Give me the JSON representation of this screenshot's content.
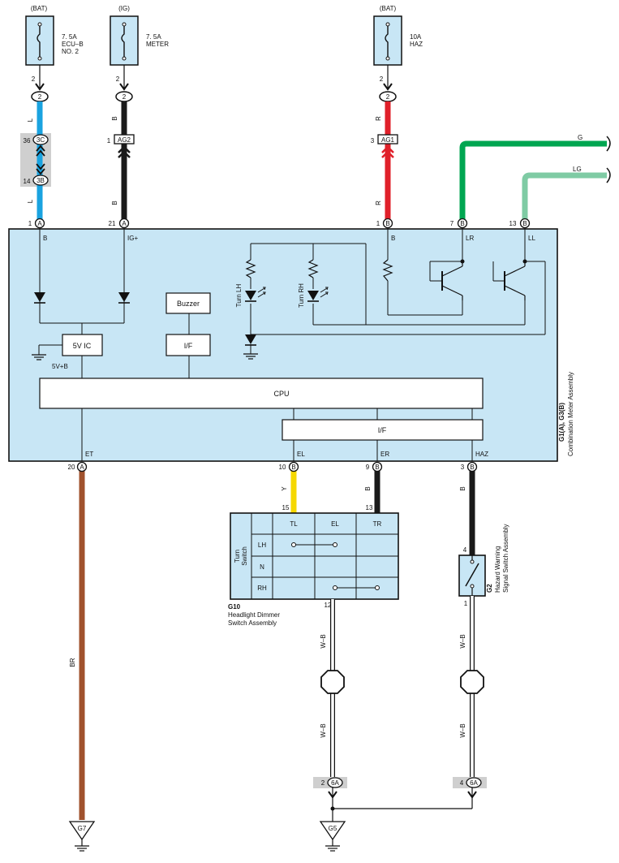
{
  "colors": {
    "panel_fill": "#c8e6f5",
    "wire_blue": "#1aa3e0",
    "wire_black": "#1a1a1a",
    "wire_red": "#e0202a",
    "wire_green": "#00a651",
    "wire_light_green": "#7fcba4",
    "wire_yellow": "#f5d800",
    "wire_brown": "#a0522d",
    "connector_gray": "#cfcfcf"
  },
  "fuses": [
    {
      "source": "(BAT)",
      "line1": "7. 5A",
      "line2": "ECU–B",
      "line3": "NO. 2",
      "pin": "2",
      "terminal": "2"
    },
    {
      "source": "(IG)",
      "line1": "7. 5A",
      "line2": "METER",
      "line3": "",
      "pin": "2",
      "terminal": "2"
    },
    {
      "source": "(BAT)",
      "line1": "10A",
      "line2": "HAZ",
      "line3": "",
      "pin": "2",
      "terminal": "2"
    }
  ],
  "wires": {
    "blue_upper": "L",
    "blue_lower": "L",
    "black_upper": "B",
    "black_lower": "B",
    "red_upper": "R",
    "red_lower": "R",
    "green": "G",
    "light_green": "LG",
    "yellow": "Y",
    "black_er": "B",
    "black_haz": "B",
    "brown": "BR",
    "wb1_upper": "W–B",
    "wb1_lower": "W–B",
    "wb2_upper": "W–B",
    "wb2_lower": "W–B"
  },
  "inline_connectors": {
    "c3c": {
      "pin": "36",
      "label": "3C"
    },
    "c3b": {
      "pin": "14",
      "label": "3B"
    },
    "ag2": {
      "pin": "1",
      "label": "AG2"
    },
    "ag1": {
      "pin": "3",
      "label": "AG1"
    },
    "c6a_left": {
      "pin": "2",
      "label": "6A"
    },
    "c6a_right": {
      "pin": "4",
      "label": "6A"
    }
  },
  "meter_top_terminals": [
    {
      "pin": "1",
      "letter": "A",
      "name": "B"
    },
    {
      "pin": "21",
      "letter": "A",
      "name": "IG+"
    },
    {
      "pin": "1",
      "letter": "B",
      "name": "B"
    },
    {
      "pin": "7",
      "letter": "B",
      "name": "LR"
    },
    {
      "pin": "13",
      "letter": "B",
      "name": "LL"
    }
  ],
  "meter_bottom_terminals": [
    {
      "pin": "20",
      "letter": "A",
      "name": "ET"
    },
    {
      "pin": "10",
      "letter": "B",
      "name": "EL"
    },
    {
      "pin": "9",
      "letter": "B",
      "name": "ER"
    },
    {
      "pin": "3",
      "letter": "B",
      "name": "HAZ"
    }
  ],
  "meter_internal": {
    "ic": "5V IC",
    "ic_out": "5V+B",
    "buzzer": "Buzzer",
    "if_buzzer": "I/F",
    "cpu": "CPU",
    "if_bottom": "I/F",
    "turn_lh": "Turn LH",
    "turn_rh": "Turn RH"
  },
  "meter_assembly": {
    "code": "G1(A), G3(B)",
    "name": "Combination Meter Assembly"
  },
  "turn_switch": {
    "pin_tl": "15",
    "pin_tr": "13",
    "pin_bottom": "12",
    "side_label_1": "Turn",
    "side_label_2": "Switch",
    "columns": [
      "TL",
      "EL",
      "TR"
    ],
    "rows": [
      "LH",
      "N",
      "RH"
    ],
    "code": "G10",
    "name_line1": "Headlight Dimmer",
    "name_line2": "Switch Assembly"
  },
  "hazard_switch": {
    "pin_top": "4",
    "pin_bottom": "1",
    "code": "G2",
    "name_line1": "Hazard Warning",
    "name_line2": "Signal Switch Assembly"
  },
  "grounds": {
    "left": "G7",
    "right": "G5"
  }
}
